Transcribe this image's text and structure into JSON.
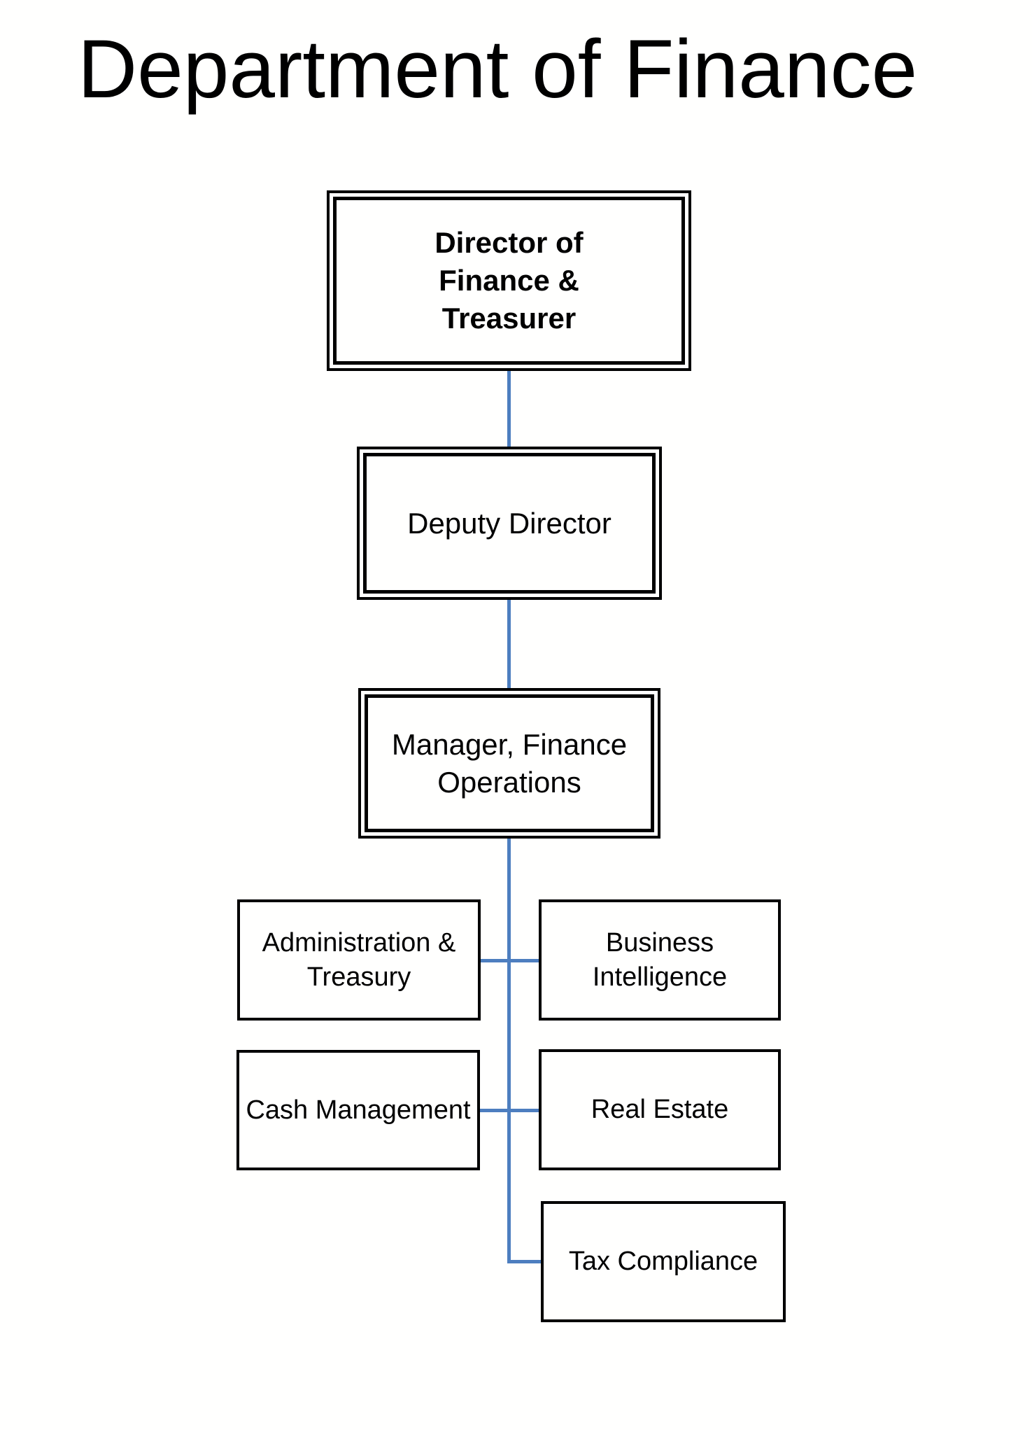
{
  "title": "Department of Finance",
  "colors": {
    "connector_blue": "#4d7ebf",
    "box_border": "#000000",
    "text_color": "#000000",
    "background": "#fffffe"
  },
  "nodes": [
    {
      "id": "director",
      "label": "Director of\nFinance &\nTreasurer",
      "reports_to": null
    },
    {
      "id": "deputy-director",
      "label": "Deputy Director",
      "reports_to": "director"
    },
    {
      "id": "manager-finance-operations",
      "label": "Manager, Finance\nOperations",
      "reports_to": "deputy-director"
    },
    {
      "id": "administration-treasury",
      "label": "Administration &\nTreasury",
      "reports_to": "manager-finance-operations"
    },
    {
      "id": "business-intelligence",
      "label": "Business\nIntelligence",
      "reports_to": "manager-finance-operations"
    },
    {
      "id": "cash-management",
      "label": "Cash Management",
      "reports_to": "manager-finance-operations"
    },
    {
      "id": "real-estate",
      "label": "Real Estate",
      "reports_to": "manager-finance-operations"
    },
    {
      "id": "tax-compliance",
      "label": "Tax Compliance",
      "reports_to": "manager-finance-operations"
    }
  ]
}
